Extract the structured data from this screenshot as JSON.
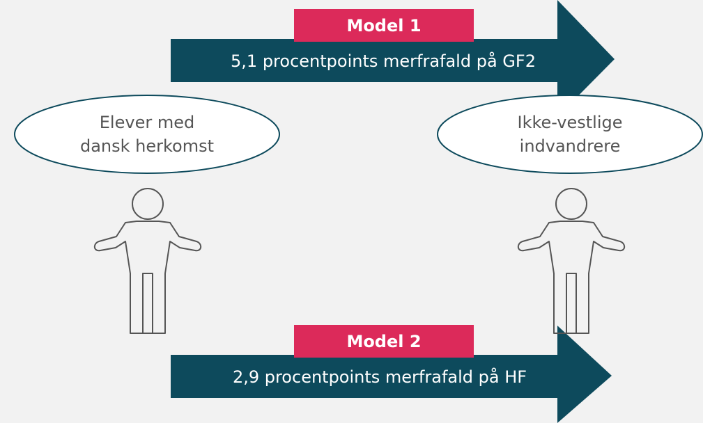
{
  "colors": {
    "background": "#f2f2f2",
    "arrow": "#0d4a5c",
    "tag": "#dc2a5a",
    "outline": "#0d4a5c",
    "person": "#555555"
  },
  "model1": {
    "tag": "Model 1",
    "text": "5,1 procentpoints merfrafald på GF2"
  },
  "model2": {
    "tag": "Model 2",
    "text": "2,9 procentpoints merfrafald på HF"
  },
  "left_group": {
    "line1": "Elever med",
    "line2": "dansk herkomst",
    "icon": "person-icon"
  },
  "right_group": {
    "line1": "Ikke-vestlige",
    "line2": "indvandrere",
    "icon": "person-icon"
  }
}
